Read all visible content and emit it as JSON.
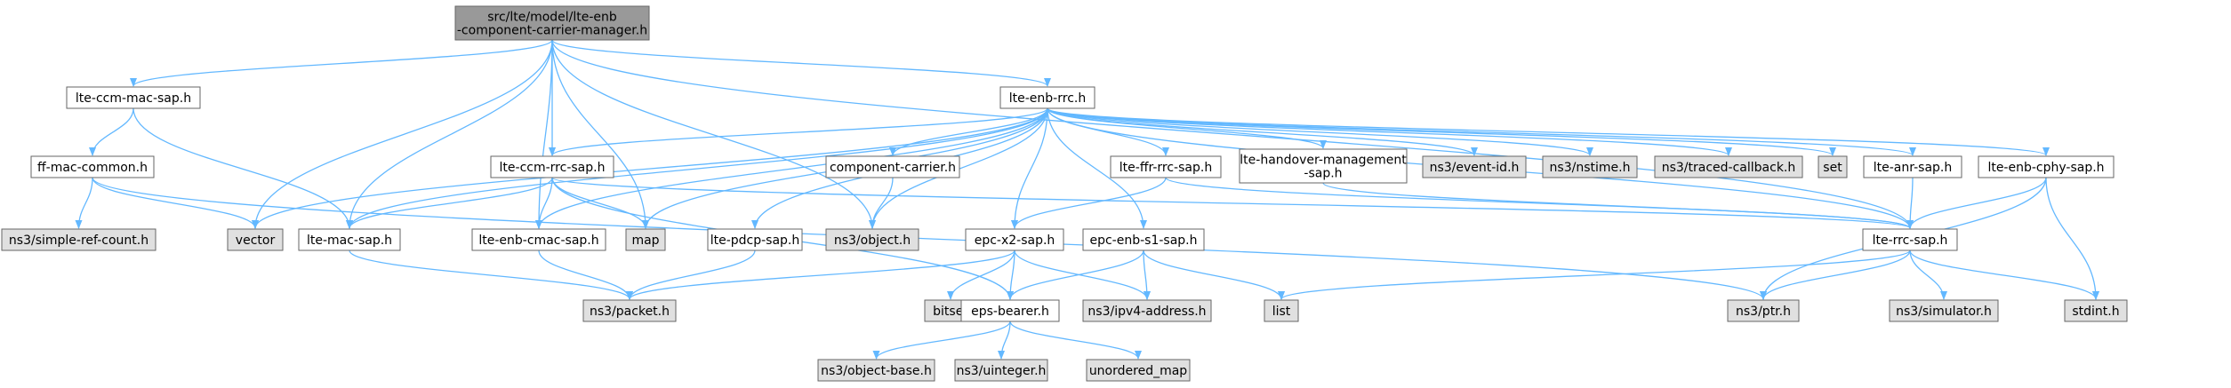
{
  "graph": {
    "colors": {
      "root_fill": "#999999",
      "header_fill": "#ffffff",
      "system_fill": "#e0e0e0",
      "border": "#666666",
      "edge": "#63b8ff"
    },
    "nodes": [
      {
        "id": "root",
        "lines": [
          "src/lte/model/lte-enb",
          "-component-carrier-manager.h"
        ],
        "kind": "root"
      },
      {
        "id": "lte_ccm_mac_sap",
        "lines": [
          "lte-ccm-mac-sap.h"
        ],
        "kind": "header"
      },
      {
        "id": "lte_enb_rrc",
        "lines": [
          "lte-enb-rrc.h"
        ],
        "kind": "header"
      },
      {
        "id": "ff_mac_common",
        "lines": [
          "ff-mac-common.h"
        ],
        "kind": "header"
      },
      {
        "id": "lte_ccm_rrc_sap",
        "lines": [
          "lte-ccm-rrc-sap.h"
        ],
        "kind": "header"
      },
      {
        "id": "component_carrier",
        "lines": [
          "component-carrier.h"
        ],
        "kind": "header"
      },
      {
        "id": "lte_ffr_rrc_sap",
        "lines": [
          "lte-ffr-rrc-sap.h"
        ],
        "kind": "header"
      },
      {
        "id": "lte_handover_mgmt_sap",
        "lines": [
          "lte-handover-management",
          "-sap.h"
        ],
        "kind": "header"
      },
      {
        "id": "ns3_event_id",
        "lines": [
          "ns3/event-id.h"
        ],
        "kind": "system"
      },
      {
        "id": "ns3_nstime",
        "lines": [
          "ns3/nstime.h"
        ],
        "kind": "system"
      },
      {
        "id": "ns3_traced_callback",
        "lines": [
          "ns3/traced-callback.h"
        ],
        "kind": "system"
      },
      {
        "id": "set",
        "lines": [
          "set"
        ],
        "kind": "system"
      },
      {
        "id": "lte_anr_sap",
        "lines": [
          "lte-anr-sap.h"
        ],
        "kind": "header"
      },
      {
        "id": "lte_enb_cphy_sap",
        "lines": [
          "lte-enb-cphy-sap.h"
        ],
        "kind": "header"
      },
      {
        "id": "ns3_simple_ref_count",
        "lines": [
          "ns3/simple-ref-count.h"
        ],
        "kind": "system"
      },
      {
        "id": "vector",
        "lines": [
          "vector"
        ],
        "kind": "system"
      },
      {
        "id": "lte_mac_sap",
        "lines": [
          "lte-mac-sap.h"
        ],
        "kind": "header"
      },
      {
        "id": "lte_enb_cmac_sap",
        "lines": [
          "lte-enb-cmac-sap.h"
        ],
        "kind": "header"
      },
      {
        "id": "map",
        "lines": [
          "map"
        ],
        "kind": "system"
      },
      {
        "id": "lte_pdcp_sap",
        "lines": [
          "lte-pdcp-sap.h"
        ],
        "kind": "header"
      },
      {
        "id": "ns3_object",
        "lines": [
          "ns3/object.h"
        ],
        "kind": "system"
      },
      {
        "id": "epc_x2_sap",
        "lines": [
          "epc-x2-sap.h"
        ],
        "kind": "header"
      },
      {
        "id": "epc_enb_s1_sap",
        "lines": [
          "epc-enb-s1-sap.h"
        ],
        "kind": "header"
      },
      {
        "id": "lte_rrc_sap",
        "lines": [
          "lte-rrc-sap.h"
        ],
        "kind": "header"
      },
      {
        "id": "ns3_packet",
        "lines": [
          "ns3/packet.h"
        ],
        "kind": "system"
      },
      {
        "id": "bitset",
        "lines": [
          "bitset"
        ],
        "kind": "system"
      },
      {
        "id": "eps_bearer",
        "lines": [
          "eps-bearer.h"
        ],
        "kind": "header"
      },
      {
        "id": "ns3_ipv4_address",
        "lines": [
          "ns3/ipv4-address.h"
        ],
        "kind": "system"
      },
      {
        "id": "list",
        "lines": [
          "list"
        ],
        "kind": "system"
      },
      {
        "id": "ns3_ptr",
        "lines": [
          "ns3/ptr.h"
        ],
        "kind": "system"
      },
      {
        "id": "ns3_simulator",
        "lines": [
          "ns3/simulator.h"
        ],
        "kind": "system"
      },
      {
        "id": "stdint",
        "lines": [
          "stdint.h"
        ],
        "kind": "system"
      },
      {
        "id": "ns3_object_base",
        "lines": [
          "ns3/object-base.h"
        ],
        "kind": "system"
      },
      {
        "id": "ns3_uinteger",
        "lines": [
          "ns3/uinteger.h"
        ],
        "kind": "system"
      },
      {
        "id": "unordered_map",
        "lines": [
          "unordered_map"
        ],
        "kind": "system"
      }
    ],
    "edges": [
      [
        "root",
        "lte_ccm_mac_sap"
      ],
      [
        "root",
        "lte_enb_rrc"
      ],
      [
        "root",
        "vector"
      ],
      [
        "root",
        "lte_mac_sap"
      ],
      [
        "root",
        "lte_enb_cmac_sap"
      ],
      [
        "root",
        "lte_ccm_rrc_sap"
      ],
      [
        "root",
        "map"
      ],
      [
        "root",
        "ns3_object"
      ],
      [
        "root",
        "lte_rrc_sap"
      ],
      [
        "lte_ccm_mac_sap",
        "ff_mac_common"
      ],
      [
        "lte_ccm_mac_sap",
        "lte_mac_sap"
      ],
      [
        "ff_mac_common",
        "ns3_simple_ref_count"
      ],
      [
        "ff_mac_common",
        "vector"
      ],
      [
        "ff_mac_common",
        "ns3_ptr"
      ],
      [
        "lte_enb_rrc",
        "vector"
      ],
      [
        "lte_enb_rrc",
        "lte_mac_sap"
      ],
      [
        "lte_enb_rrc",
        "lte_enb_cmac_sap"
      ],
      [
        "lte_enb_rrc",
        "lte_ccm_rrc_sap"
      ],
      [
        "lte_enb_rrc",
        "map"
      ],
      [
        "lte_enb_rrc",
        "lte_pdcp_sap"
      ],
      [
        "lte_enb_rrc",
        "component_carrier"
      ],
      [
        "lte_enb_rrc",
        "ns3_object"
      ],
      [
        "lte_enb_rrc",
        "epc_x2_sap"
      ],
      [
        "lte_enb_rrc",
        "lte_ffr_rrc_sap"
      ],
      [
        "lte_enb_rrc",
        "epc_enb_s1_sap"
      ],
      [
        "lte_enb_rrc",
        "lte_handover_mgmt_sap"
      ],
      [
        "lte_enb_rrc",
        "ns3_event_id"
      ],
      [
        "lte_enb_rrc",
        "ns3_nstime"
      ],
      [
        "lte_enb_rrc",
        "ns3_traced_callback"
      ],
      [
        "lte_enb_rrc",
        "set"
      ],
      [
        "lte_enb_rrc",
        "lte_rrc_sap"
      ],
      [
        "lte_enb_rrc",
        "lte_anr_sap"
      ],
      [
        "lte_enb_rrc",
        "lte_enb_cphy_sap"
      ],
      [
        "lte_ccm_rrc_sap",
        "lte_mac_sap"
      ],
      [
        "lte_ccm_rrc_sap",
        "lte_enb_cmac_sap"
      ],
      [
        "lte_ccm_rrc_sap",
        "map"
      ],
      [
        "lte_ccm_rrc_sap",
        "lte_rrc_sap"
      ],
      [
        "lte_ccm_rrc_sap",
        "eps_bearer"
      ],
      [
        "component_carrier",
        "ns3_object"
      ],
      [
        "lte_ffr_rrc_sap",
        "epc_x2_sap"
      ],
      [
        "lte_ffr_rrc_sap",
        "lte_rrc_sap"
      ],
      [
        "lte_handover_mgmt_sap",
        "lte_rrc_sap"
      ],
      [
        "lte_anr_sap",
        "lte_rrc_sap"
      ],
      [
        "lte_enb_cphy_sap",
        "lte_rrc_sap"
      ],
      [
        "lte_enb_cphy_sap",
        "ns3_ptr"
      ],
      [
        "lte_enb_cphy_sap",
        "stdint"
      ],
      [
        "lte_mac_sap",
        "ns3_packet"
      ],
      [
        "lte_enb_cmac_sap",
        "ns3_packet"
      ],
      [
        "lte_pdcp_sap",
        "ns3_packet"
      ],
      [
        "epc_x2_sap",
        "ns3_packet"
      ],
      [
        "epc_x2_sap",
        "bitset"
      ],
      [
        "epc_x2_sap",
        "eps_bearer"
      ],
      [
        "epc_x2_sap",
        "ns3_ipv4_address"
      ],
      [
        "epc_enb_s1_sap",
        "eps_bearer"
      ],
      [
        "epc_enb_s1_sap",
        "ns3_ipv4_address"
      ],
      [
        "epc_enb_s1_sap",
        "list"
      ],
      [
        "lte_rrc_sap",
        "list"
      ],
      [
        "lte_rrc_sap",
        "ns3_ptr"
      ],
      [
        "lte_rrc_sap",
        "ns3_simulator"
      ],
      [
        "lte_rrc_sap",
        "stdint"
      ],
      [
        "eps_bearer",
        "ns3_object_base"
      ],
      [
        "eps_bearer",
        "ns3_uinteger"
      ],
      [
        "eps_bearer",
        "unordered_map"
      ]
    ]
  }
}
